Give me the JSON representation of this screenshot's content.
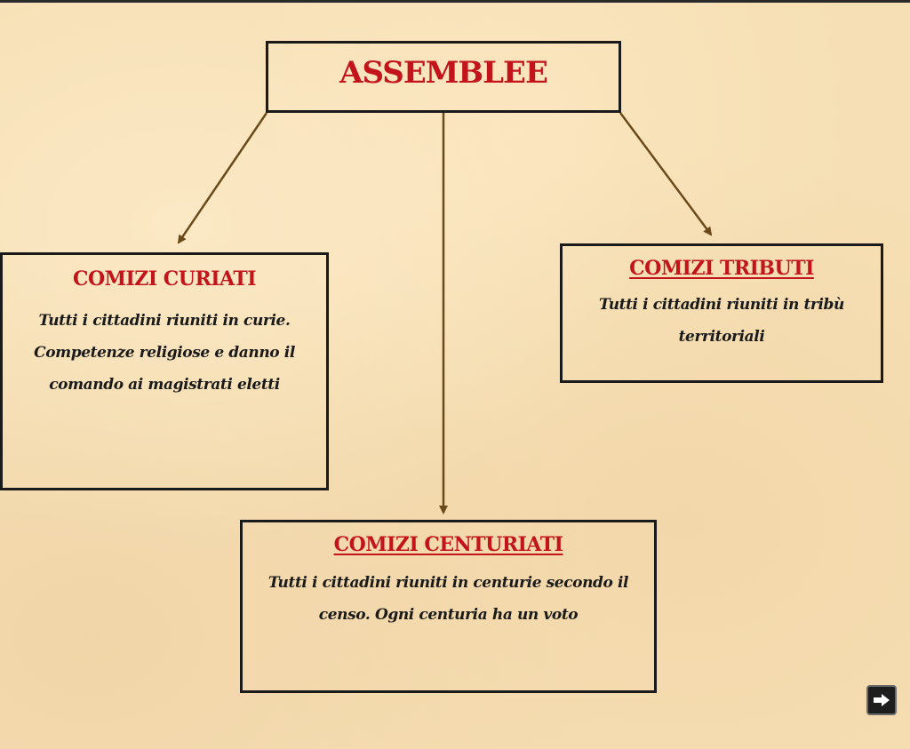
{
  "root": {
    "title": "ASSEMBLEE"
  },
  "nodes": {
    "curiati": {
      "title": "COMIZI CURIATI",
      "lines": [
        "Tutti i cittadini riuniti in curie.",
        "Competenze religiose e danno il",
        "comando ai magistrati eletti"
      ]
    },
    "tributi": {
      "title": "COMIZI TRIBUTI",
      "lines": [
        "Tutti i cittadini riuniti in tribù",
        "territoriali"
      ]
    },
    "centuriati": {
      "title": "COMIZI CENTURIATI",
      "lines": [
        "Tutti i cittadini riuniti in centurie secondo il",
        "censo. Ogni centuria ha un voto"
      ]
    }
  },
  "navigation": {
    "next_icon": "arrow-right-icon"
  },
  "colors": {
    "title_red": "#c3141b",
    "arrow_brown": "#6b4a1a",
    "background": "#f6dfb4",
    "border": "#1a1a1a"
  }
}
